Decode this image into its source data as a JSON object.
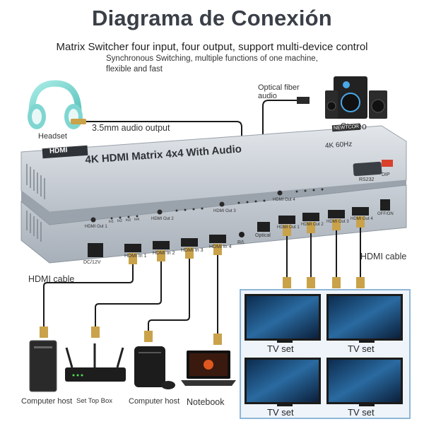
{
  "header": {
    "title": "Diagrama de Conexión",
    "subtitle": "Matrix Switcher four input, four output, support multi-device control",
    "sync_line1": "Synchronous Switching, multiple functions of one machine,",
    "sync_line2": "flexible and fast"
  },
  "labels": {
    "headset": "Headset",
    "audio_output": "3.5mm audio output",
    "optical": "Optical fiber\naudio",
    "stereo": "Stereo",
    "hdmi_cable_left": "HDMI cable",
    "hdmi_cable_right": "HDMI cable"
  },
  "device": {
    "logo": "HDMI",
    "model": "4K HDMI Matrix 4x4 With Audio",
    "res": "4K 60Hz",
    "brand": "NEWTCOR",
    "rs232": "RS232",
    "dip": "DIP",
    "back_ports": [
      "DC/12V",
      "HDMI In 1",
      "HDMI In 2",
      "HDMI In 3",
      "HDMI In 4",
      "R/L",
      "Optical",
      "HDMI Out 1",
      "HDMI Out 2",
      "HDMI Out 3",
      "HDMI Out 4",
      "OFF/ON"
    ],
    "front_labels": [
      "HDMI Out 1",
      "HDMI Out 2",
      "HDMI Out 3",
      "HDMI Out 4"
    ],
    "led_labels": [
      "In1",
      "In2",
      "In3",
      "In4"
    ]
  },
  "sources": [
    {
      "label": "Computer host"
    },
    {
      "label": "Set Top Box"
    },
    {
      "label": "Computer host"
    },
    {
      "label": "Notebook"
    }
  ],
  "displays": [
    {
      "label": "TV set"
    },
    {
      "label": "TV set"
    },
    {
      "label": "TV set"
    },
    {
      "label": "TV set"
    }
  ],
  "colors": {
    "device_body": "#cdd3da",
    "device_panel": "#aeb6bf",
    "cable": "#1a1a1a",
    "connector_gold": "#c9a24a",
    "headset": "#7fd6d1",
    "tv_frame": "#1b1b1b",
    "tv_screen": "#1d4f7a",
    "tv_box_border": "#8fb6d6"
  }
}
